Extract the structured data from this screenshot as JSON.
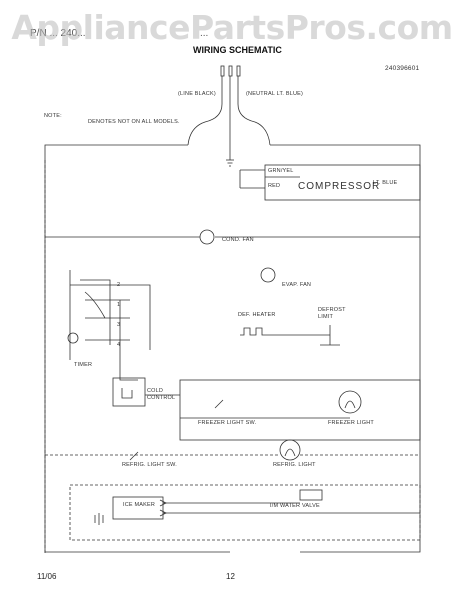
{
  "watermark": "AppliancePartsPros.com",
  "header": {
    "doc_ref": "P/N ... 240...",
    "model_ref": "...",
    "title": "WIRING SCHEMATIC",
    "part_number": "240396601"
  },
  "note": {
    "label": "NOTE:",
    "text": "DENOTES NOT ON ALL MODELS."
  },
  "labels": {
    "line_black": "(LINE BLACK)",
    "neutral": "(NEUTRAL LT. BLUE)",
    "grn_yel": "GRN/YEL",
    "red": "RED",
    "compressor": "COMPRESSOR",
    "lt_blue": "LT. BLUE",
    "cond_fan": "COND. FAN",
    "evap_fan": "EVAP. FAN",
    "def_heater": "DEF. HEATER",
    "defrost_limit": "DEFROST LIMIT",
    "timer": "TIMER",
    "cold_control": "COLD CONTROL",
    "freezer_light_sw": "FREEZER LIGHT SW.",
    "freezer_light": "FREEZER LIGHT",
    "refrig_light": "REFRIG. LIGHT",
    "refrig_light_sw": "REFRIG. LIGHT SW.",
    "ice_maker": "ICE MAKER",
    "water_valve": "I/M WATER VALVE",
    "timer_terminals": [
      "2",
      "1",
      "3",
      "4"
    ]
  },
  "footer": {
    "date": "11/06",
    "page": "12"
  }
}
